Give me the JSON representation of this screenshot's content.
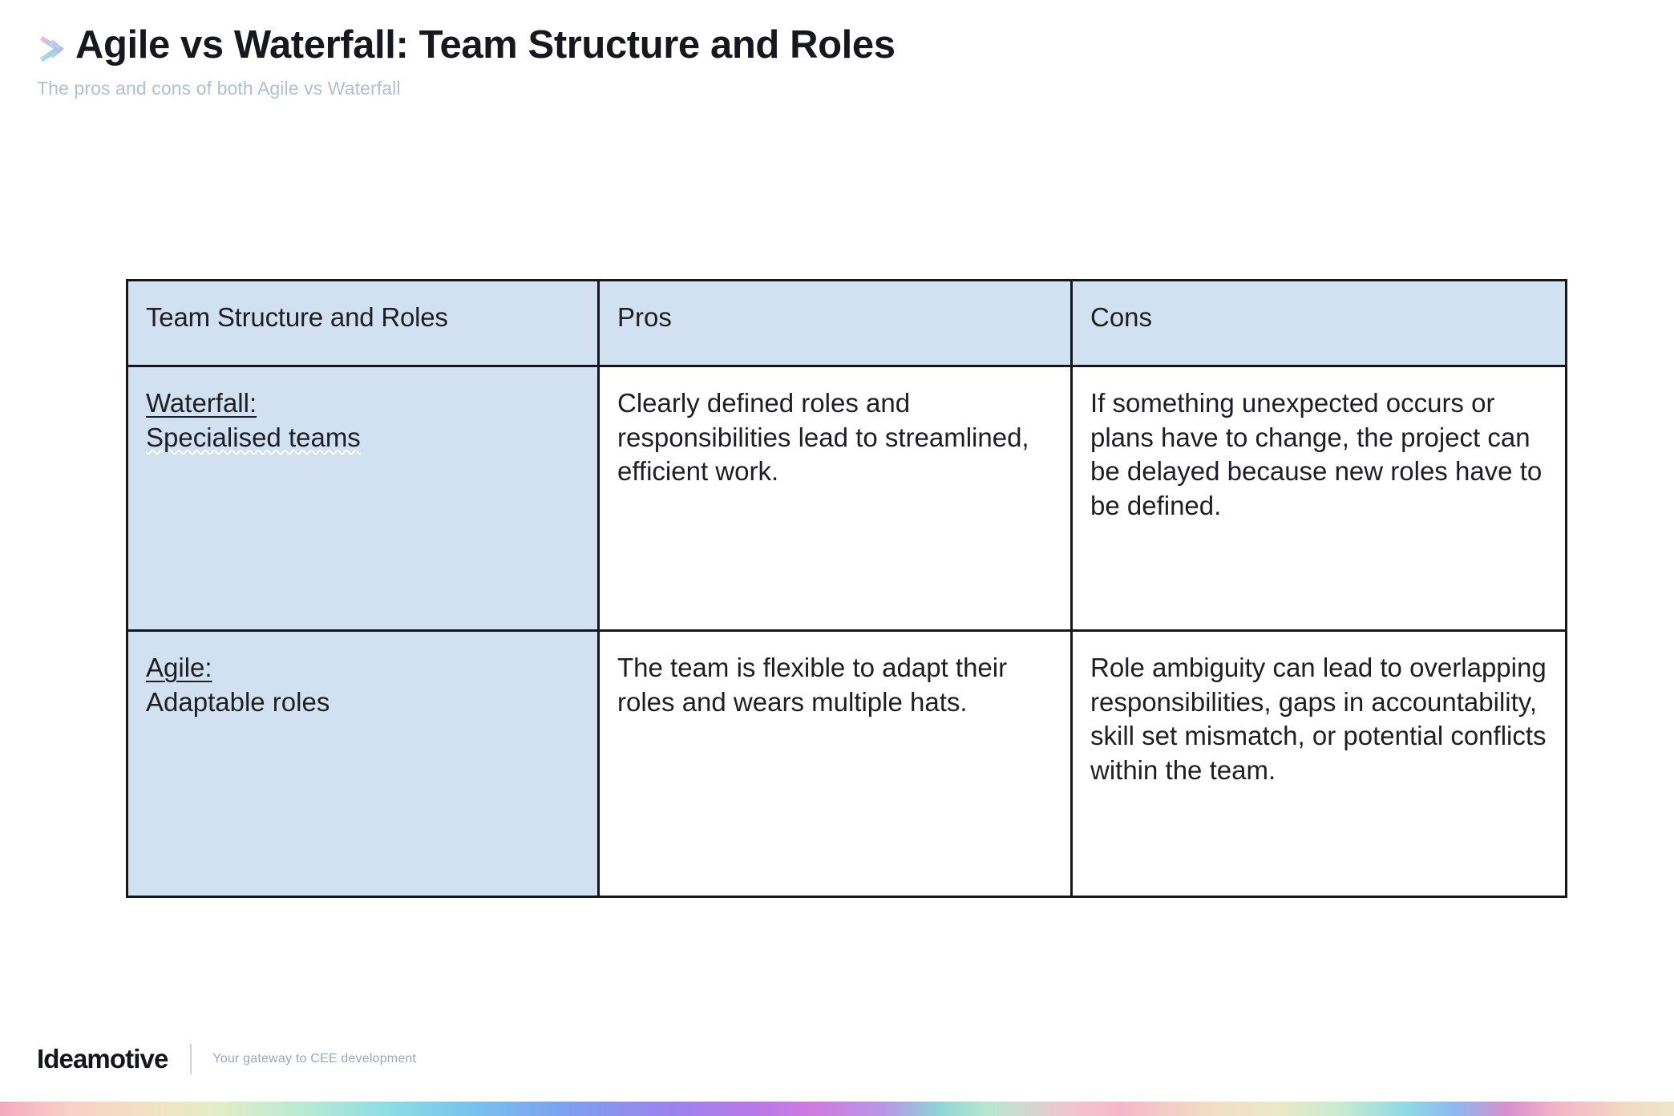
{
  "header": {
    "title": "Agile vs Waterfall: Team Structure and Roles",
    "subtitle": "The pros and cons of both Agile vs Waterfall",
    "icon": "chevron-right-gradient-icon"
  },
  "table": {
    "columns": [
      {
        "key": "topic",
        "label": "Team Structure and Roles",
        "emphasis": "bold"
      },
      {
        "key": "pros",
        "label": "Pros",
        "emphasis": "regular"
      },
      {
        "key": "cons",
        "label": "Cons",
        "emphasis": "regular"
      }
    ],
    "rows": [
      {
        "topic_label": "Waterfall:",
        "topic_detail": "Specialised teams",
        "pros": "Clearly defined roles and responsibilities lead to streamlined, efficient work.",
        "cons": "If something unexpected occurs or plans have to change, the project can be delayed because new roles have to be defined."
      },
      {
        "topic_label": "Agile:",
        "topic_detail": "Adaptable roles",
        "pros": "The team is flexible to adapt their roles and wears multiple hats.",
        "cons": "Role ambiguity can lead to overlapping responsibilities, gaps in accountability, skill set mismatch, or potential conflicts within the team."
      }
    ]
  },
  "footer": {
    "brand": "Ideamotive",
    "tagline": "Your gateway to CEE development"
  },
  "colors": {
    "header_fill": "#d2e1f1",
    "cell_fill_blue": "#d2e1f1",
    "cell_fill_white": "#ffffff",
    "border": "#15171b",
    "title_text": "#16181d",
    "subtitle_text": "#b2bfd2",
    "body_text": "#1d1f24",
    "tagline_text": "#9aa7ba"
  }
}
